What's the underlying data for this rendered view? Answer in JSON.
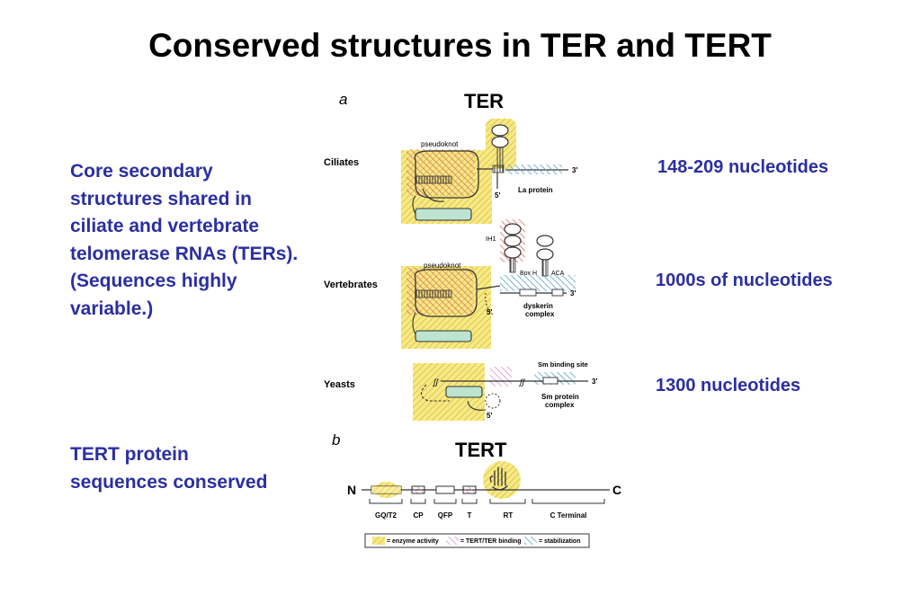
{
  "title": "Conserved structures in TER and TERT",
  "left_text": {
    "core": "Core secondary structures shared in ciliate and vertebrate telomerase RNAs (TERs).  (Sequences highly variable.)",
    "tert": "TERT protein sequences conserved"
  },
  "lengths": {
    "ciliates": "148-209 nucleotides",
    "vertebrates": "1000s of nucleotides",
    "yeasts": "1300 nucleotides"
  },
  "figure": {
    "panel_a": {
      "letter": "a",
      "heading": "TER",
      "rows": {
        "ciliates": {
          "label": "Ciliates",
          "pseudoknot": "pseudoknot",
          "three": "3'",
          "five": "5'",
          "protein": "La protein"
        },
        "vertebrates": {
          "label": "Vertebrates",
          "pseudoknot": "pseudoknot",
          "ih1": "IH1",
          "boxh": "Box H",
          "aca": "ACA",
          "three": "3'",
          "five": "5'",
          "dyskerin": "dyskerin",
          "complex": "complex"
        },
        "yeasts": {
          "label": "Yeasts",
          "sm_site": "Sm binding site",
          "three": "3'",
          "five": "5'",
          "sm_protein": "Sm protein",
          "complex": "complex"
        }
      }
    },
    "panel_b": {
      "letter": "b",
      "heading": "TERT",
      "n": "N",
      "c": "C",
      "domains": [
        "GQ/T2",
        "CP",
        "QFP",
        "T",
        "RT",
        "C Terminal"
      ],
      "legend": [
        "= enzyme activity",
        "= TERT/TER binding",
        "= stabilization"
      ]
    }
  },
  "colors": {
    "text_blue": "#2b2fa0",
    "yellow": "#f2dc54",
    "red": "#e06d6d",
    "blue_hatch": "#5aa2c8",
    "teal_box": "#bde3d1",
    "pink": "#e58fc0"
  }
}
